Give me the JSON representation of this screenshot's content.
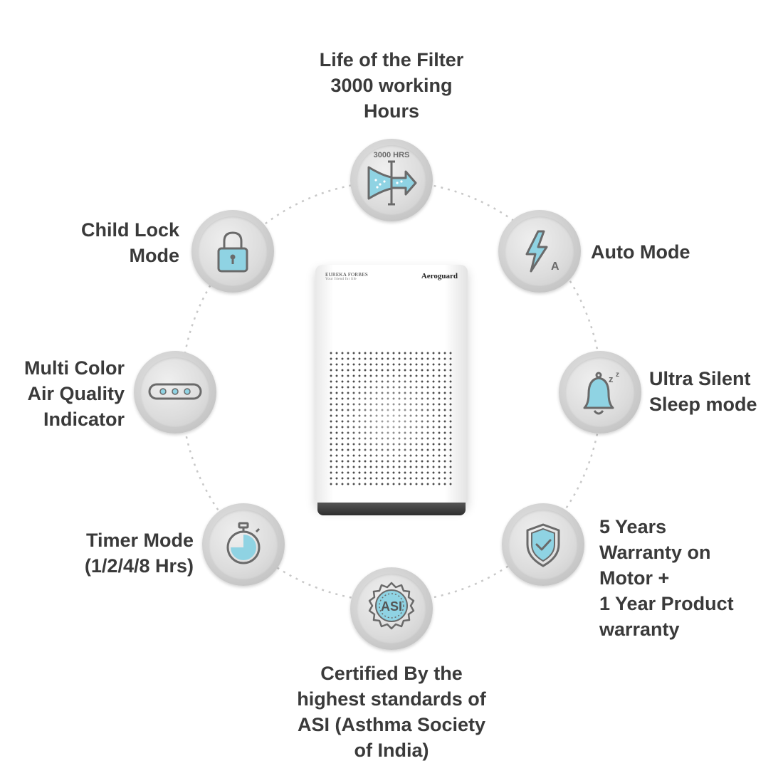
{
  "product": {
    "brand_left": "EUREKA FORBES",
    "brand_left_tagline": "Your friend for life",
    "brand_right": "Aeroguard"
  },
  "features": {
    "filter": {
      "lines": [
        "Life of the Filter",
        "3000 working",
        "Hours"
      ],
      "icon": "filter-airflow-icon",
      "icon_text": "3000 HRS"
    },
    "auto": {
      "lines": [
        "Auto Mode"
      ],
      "icon": "lightning-auto-icon",
      "icon_text": "A"
    },
    "sleep": {
      "lines": [
        "Ultra Silent",
        "Sleep mode"
      ],
      "icon": "bell-sleep-icon",
      "icon_text": "zz"
    },
    "warranty": {
      "lines": [
        "5 Years",
        "Warranty on",
        "Motor +",
        "1 Year Product",
        "warranty"
      ],
      "icon": "shield-check-icon"
    },
    "asi": {
      "lines": [
        "Certified By the",
        "highest standards of",
        "ASI (Asthma Society",
        "of India)"
      ],
      "icon": "asi-seal-icon",
      "icon_text": "ASI"
    },
    "timer": {
      "lines": [
        "Timer Mode",
        "(1/2/4/8 Hrs)"
      ],
      "icon": "stopwatch-icon"
    },
    "indicator": {
      "lines": [
        "Multi Color",
        "Air Quality",
        "Indicator"
      ],
      "icon": "led-indicator-icon"
    },
    "childlock": {
      "lines": [
        "Child Lock",
        "Mode"
      ],
      "icon": "padlock-icon"
    }
  },
  "colors": {
    "accent": "#8fd3e3",
    "icon_stroke": "#6a6a6a",
    "text": "#3a3a3a",
    "ring": "#c8c8c8"
  }
}
